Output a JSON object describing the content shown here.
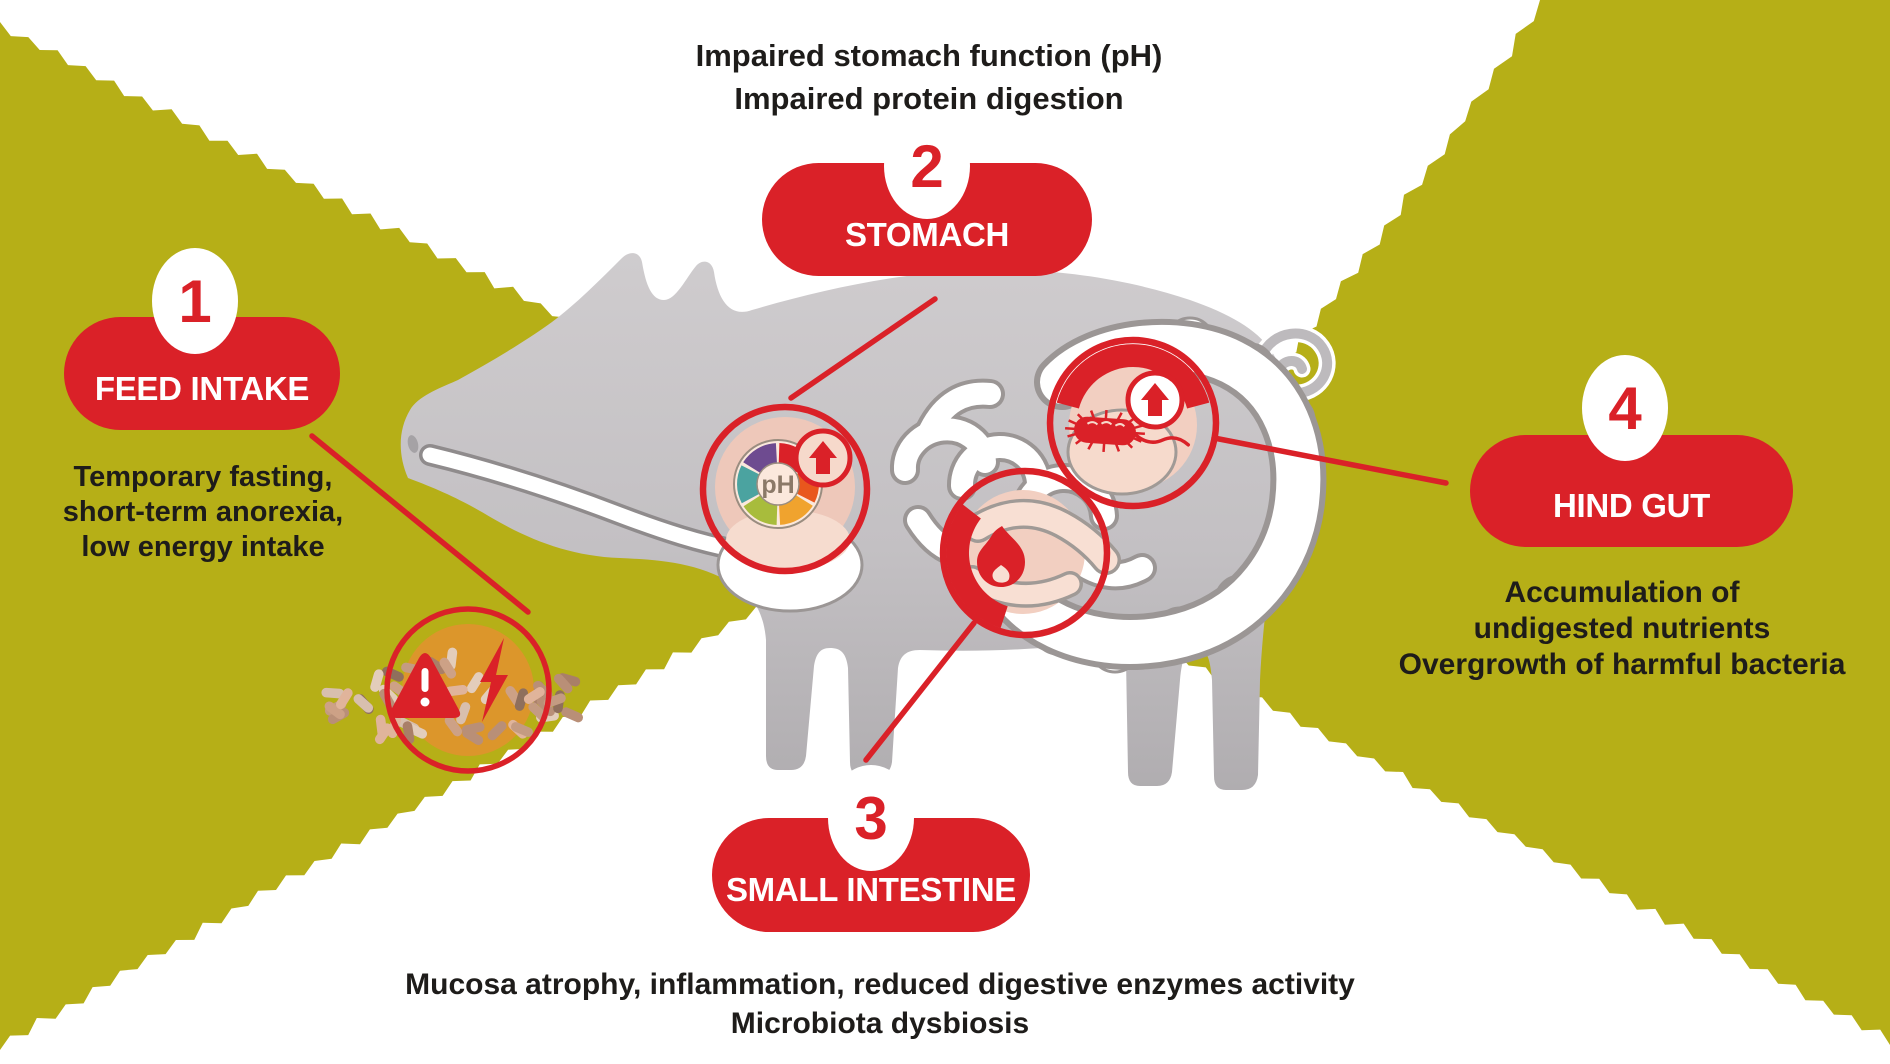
{
  "header": {
    "line1": "Impaired stomach function (pH)",
    "line2": "Impaired protein digestion"
  },
  "badges": [
    {
      "number": "1",
      "label": "FEED INTAKE"
    },
    {
      "number": "2",
      "label": "STOMACH"
    },
    {
      "number": "3",
      "label": "SMALL INTESTINE"
    },
    {
      "number": "4",
      "label": "HIND GUT"
    }
  ],
  "notes": {
    "feed_intake": [
      "Temporary fasting,",
      "short-term anorexia,",
      "low energy intake"
    ],
    "hind_gut": [
      "Accumulation of",
      "undigested nutrients",
      "Overgrowth of harmful bacteria"
    ],
    "small_intestine": [
      "Mucosa atrophy, inflammation, reduced digestive enzymes activity",
      "Microbiota dysbiosis"
    ]
  },
  "organ_labels": {
    "ph": "pH"
  },
  "icons": {
    "stomach": "ph-wheel-icon",
    "stomach_arrow": "up-arrow-icon",
    "small_intestine": "flame-icon",
    "hind_gut": "bacteria-icon",
    "hind_gut_arrow": "up-arrow-icon",
    "feed": "warning-triangle-icon, lightning-bolt-icon, feed-pile"
  },
  "colors": {
    "green": "#b6af17",
    "red": "#da2128",
    "orange_disc": "#dc962b",
    "pig_gray": "#c3c0c3",
    "text": "#1e1c1a",
    "ph_wheel_segments": [
      "#da2128",
      "#e9571d",
      "#f0a32e",
      "#a8bc3c",
      "#4ba3a0",
      "#6e4b90"
    ],
    "pellet_palette": [
      "#cda186",
      "#b98f77",
      "#e3cdbb",
      "#a97f68",
      "#8f6f5c",
      "#e0b49b",
      "#c49b82",
      "#d8bfae"
    ]
  }
}
